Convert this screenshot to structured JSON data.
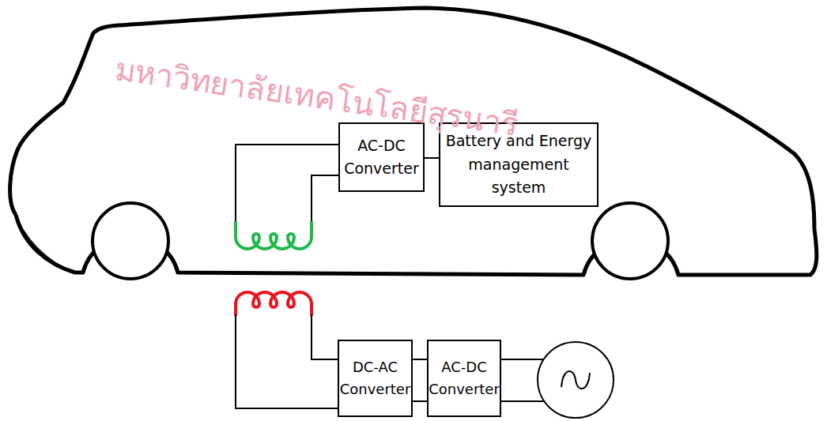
{
  "diagram": {
    "nodes": [
      {
        "text": [
          "AC-DC Converter"
        ]
      },
      {
        "text": [
          "Battery and Energy management system"
        ]
      },
      {
        "text": [
          "DC-AC Converter"
        ]
      },
      {
        "text": [
          "AC-DC Converter"
        ]
      }
    ],
    "edges": [
      {
        "from": 0,
        "to": 1,
        "arrow": "none"
      },
      {
        "from": 2,
        "to": 3,
        "arrow": "none"
      },
      {
        "from": 2,
        "to": 3,
        "arrow": "none"
      }
    ],
    "labels": [
      "มหาวิทยาลัยเทคโนโลยีสุรนารี"
    ]
  }
}
